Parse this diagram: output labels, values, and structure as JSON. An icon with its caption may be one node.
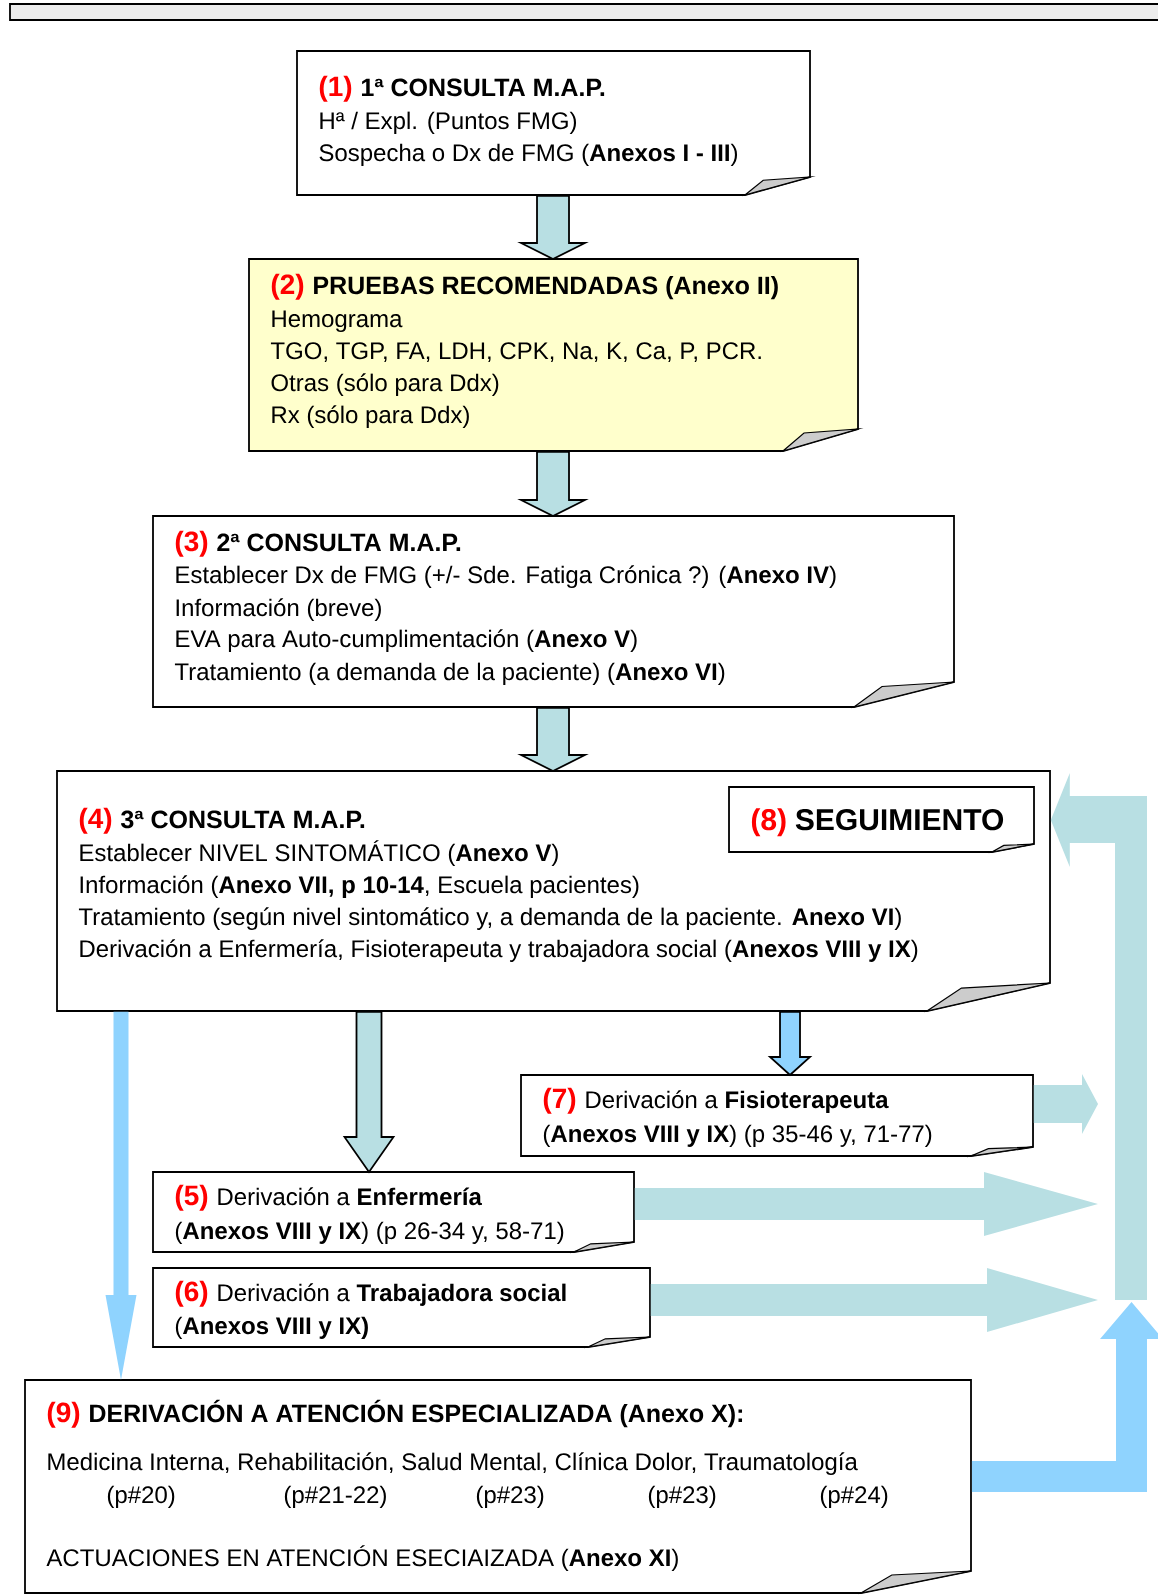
{
  "diagram": {
    "nodes": [
      {
        "text": [
          "(1)",
          "1ª CONSULTA M.A.P.",
          "Hª / Expl. (Puntos FMG)",
          "Sospecha o Dx de FMG (**Anexos I - III**)"
        ]
      },
      {
        "text": [
          "(2)",
          "PRUEBAS RECOMENDADAS (Anexo II)",
          "Hemograma",
          "TGO, TGP, FA, LDH, CPK, Na, K, Ca, P, PCR.",
          "Otras (sólo para Ddx)",
          "Rx (sólo para Ddx)"
        ]
      },
      {
        "text": [
          "(3)",
          "2ª CONSULTA M.A.P.",
          "Establecer Dx de FMG (+/- Sde. Fatiga Crónica ?) (**Anexo IV**)",
          "Información (breve)",
          "EVA para Auto-cumplimentación (**Anexo V**)",
          "Tratamiento (a demanda de la paciente) (**Anexo VI**)"
        ]
      },
      {
        "text": [
          "(4)",
          "3ª CONSULTA M.A.P.",
          "Establecer NIVEL SINTOMÁTICO (**Anexo V**)",
          "Información (**Anexo VII, p 10-14**, Escuela pacientes)",
          "Tratamiento (según nivel sintomático y, a demanda de la paciente. **Anexo VI**)",
          "Derivación a Enfermería, Fisioterapeuta y trabajadora social (**Anexos VIII y IX**)"
        ]
      },
      {
        "text": [
          "(8)",
          "SEGUIMIENTO"
        ],
        "in": 3
      },
      {
        "text": [
          "(7)",
          "Derivación a **Fisioterapeuta**",
          "(**Anexos VIII y IX**) (p 35-46 y, 71-77)"
        ]
      },
      {
        "text": [
          "(5)",
          "Derivación a **Enfermería**",
          "(**Anexos VIII y IX**) (p 26-34 y, 58-71)"
        ]
      },
      {
        "text": [
          "(6)",
          "Derivación a **Trabajadora social**",
          "(**Anexos VIII y IX)**"
        ]
      },
      {
        "text": [
          "(9)",
          "DERIVACIÓN A ATENCIÓN ESPECIALIZADA (Anexo X):",
          "Medicina Interna, Rehabilitación, Salud Mental, Clínica Dolor, Traumatología",
          "(p#20)",
          "(p#21-22)",
          "(p#23)",
          "(p#23)",
          "(p#24)",
          "ACTUACIONES EN ATENCIÓN ESECIAIZADA (**Anexo XI**)"
        ]
      }
    ],
    "edges": [
      {
        "from": 0,
        "to": 1,
        "arrow": "to"
      },
      {
        "from": 1,
        "to": 2,
        "arrow": "to"
      },
      {
        "from": 2,
        "to": 3,
        "arrow": "to"
      },
      {
        "from": 3,
        "to": 8,
        "arrow": "to",
        "color": "#8fd3fe"
      },
      {
        "from": 3,
        "to": 6,
        "arrow": "to"
      },
      {
        "from": 3,
        "to": 5,
        "arrow": "to",
        "color": "#8fd3fe"
      },
      {
        "from": 5,
        "to": null,
        "arrow": "to"
      },
      {
        "from": 6,
        "to": null,
        "arrow": "to"
      },
      {
        "from": 7,
        "to": null,
        "arrow": "to"
      },
      {
        "from": 8,
        "to": null,
        "arrow": "to",
        "color": "#8fd3fe"
      },
      {
        "from": null,
        "to": 3,
        "arrow": "to"
      }
    ]
  }
}
